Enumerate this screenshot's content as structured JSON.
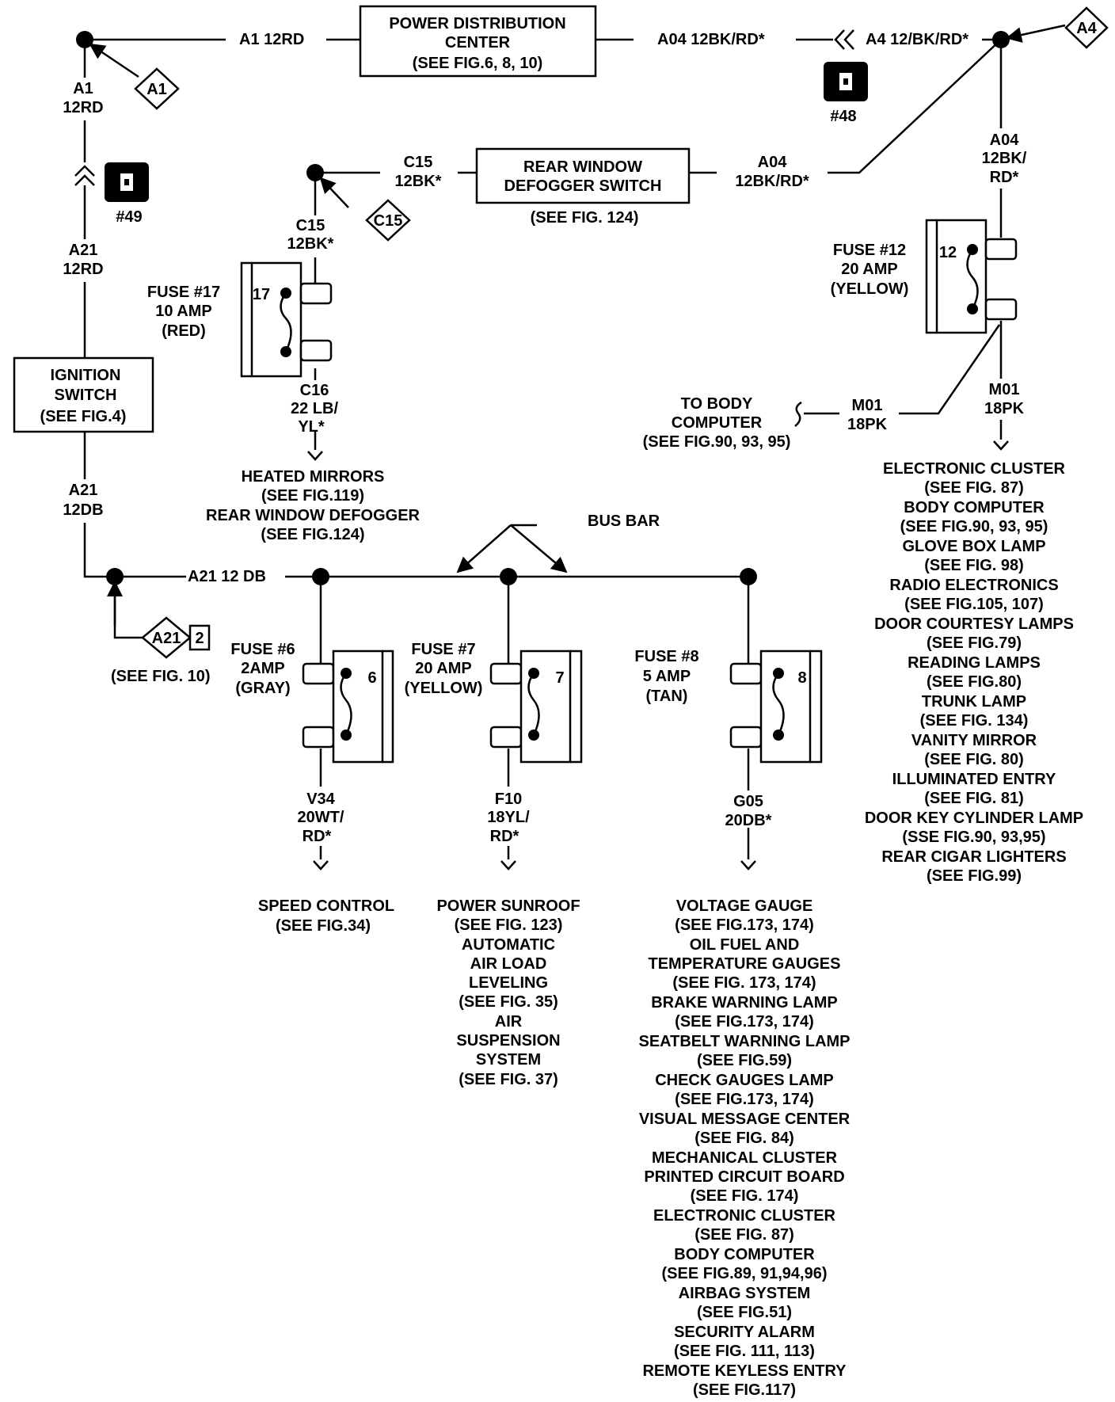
{
  "components": {
    "pdc": [
      "POWER DISTRIBUTION",
      "CENTER",
      "(SEE FIG.6, 8, 10)"
    ],
    "ignition": [
      "IGNITION",
      "SWITCH",
      "(SEE FIG.4)"
    ],
    "defogger_switch": [
      "REAR WINDOW",
      "DEFOGGER SWITCH"
    ],
    "defogger_switch_ref": "(SEE FIG. 124)",
    "bus_bar": "BUS BAR"
  },
  "connectors": {
    "c48": "#48",
    "c49": "#49",
    "a1_badge": "A1",
    "a4_badge": "A4",
    "c15_badge": "C15",
    "a21_badge": "A21",
    "a21_badge_num": "2",
    "a21_ref": "(SEE FIG. 10)"
  },
  "wires": {
    "a1_top": "A1 12RD",
    "a04_right_of_pdc": "A04 12BK/RD*",
    "a4_right": "A4 12/BK/RD*",
    "a1_left": [
      "A1",
      "12RD"
    ],
    "a21_upper": [
      "A21",
      "12RD"
    ],
    "a21_lower": [
      "A21",
      "12DB"
    ],
    "a21_bus": "A21 12 DB",
    "c15_right": [
      "C15",
      "12BK*"
    ],
    "c15_down": [
      "C15",
      "12BK*"
    ],
    "a04_mid": [
      "A04",
      "12BK/RD*"
    ],
    "a04_right_vert": [
      "A04",
      "12BK/",
      "RD*"
    ],
    "c16": [
      "C16",
      "22 LB/",
      "YL*"
    ],
    "m01_left": [
      "M01",
      "18PK"
    ],
    "m01_right": [
      "M01",
      "18PK"
    ],
    "v34": [
      "V34",
      "20WT/",
      "RD*"
    ],
    "f10": [
      "F10",
      "18YL/",
      "RD*"
    ],
    "g05": [
      "G05",
      "20DB*"
    ]
  },
  "fuses": {
    "f17": {
      "num": "17",
      "label": [
        "FUSE #17",
        "10 AMP",
        "(RED)"
      ]
    },
    "f12": {
      "num": "12",
      "label": [
        "FUSE #12",
        "20 AMP",
        "(YELLOW)"
      ]
    },
    "f6": {
      "num": "6",
      "label": [
        "FUSE #6",
        "2AMP",
        "(GRAY)"
      ]
    },
    "f7": {
      "num": "7",
      "label": [
        "FUSE #7",
        "20 AMP",
        "(YELLOW)"
      ]
    },
    "f8": {
      "num": "8",
      "label": [
        "FUSE #8",
        "5 AMP",
        "(TAN)"
      ]
    }
  },
  "destinations": {
    "fuse17": [
      "HEATED MIRRORS",
      "(SEE FIG.119)",
      "REAR WINDOW DEFOGGER",
      "(SEE FIG.124)"
    ],
    "body_computer": [
      "TO BODY",
      "COMPUTER",
      "(SEE FIG.90, 93, 95)"
    ],
    "fuse12": [
      "ELECTRONIC CLUSTER",
      "(SEE FIG. 87)",
      "BODY COMPUTER",
      "(SEE FIG.90, 93, 95)",
      "GLOVE BOX LAMP",
      "(SEE FIG. 98)",
      "RADIO ELECTRONICS",
      "(SEE FIG.105, 107)",
      "DOOR COURTESY LAMPS",
      "(SEE FIG.79)",
      "READING LAMPS",
      "(SEE FIG.80)",
      "TRUNK LAMP",
      "(SEE FIG. 134)",
      "VANITY MIRROR",
      "(SEE FIG. 80)",
      "ILLUMINATED ENTRY",
      "(SEE FIG. 81)",
      "DOOR KEY CYLINDER LAMP",
      "(SSE FIG.90, 93,95)",
      "REAR CIGAR LIGHTERS",
      "(SEE FIG.99)"
    ],
    "fuse6": [
      "SPEED CONTROL",
      "(SEE FIG.34)"
    ],
    "fuse7": [
      "POWER SUNROOF",
      "(SEE FIG. 123)",
      "AUTOMATIC",
      "AIR LOAD",
      "LEVELING",
      "(SEE FIG. 35)",
      "AIR",
      "SUSPENSION",
      "SYSTEM",
      "(SEE FIG. 37)"
    ],
    "fuse8": [
      "VOLTAGE GAUGE",
      "(SEE FIG.173, 174)",
      "OIL FUEL AND",
      "TEMPERATURE GAUGES",
      "(SEE FIG. 173, 174)",
      "BRAKE WARNING LAMP",
      "(SEE FIG.173, 174)",
      "SEATBELT WARNING LAMP",
      "(SEE FIG.59)",
      "CHECK GAUGES LAMP",
      "(SEE FIG.173, 174)",
      "VISUAL MESSAGE CENTER",
      "(SEE FIG. 84)",
      "MECHANICAL CLUSTER",
      "PRINTED CIRCUIT BOARD",
      "(SEE FIG. 174)",
      "ELECTRONIC CLUSTER",
      "(SEE FIG. 87)",
      "BODY COMPUTER",
      "(SEE FIG.89, 91,94,96)",
      "AIRBAG SYSTEM",
      "(SEE FIG.51)",
      "SECURITY ALARM",
      "(SEE FIG. 111, 113)",
      "REMOTE KEYLESS ENTRY",
      "(SEE FIG.117)"
    ]
  }
}
